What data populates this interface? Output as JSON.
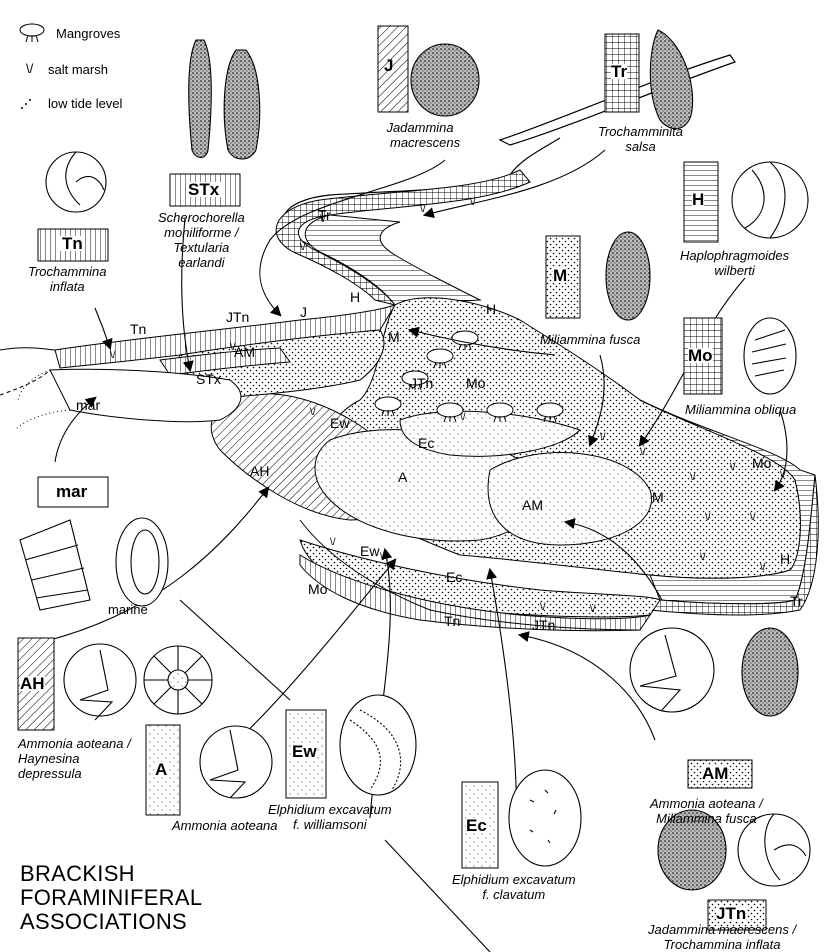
{
  "legend": {
    "mangroves": "Mangroves",
    "salt_marsh": "salt marsh",
    "low_tide": "low tide level"
  },
  "title": [
    "BRACKISH",
    "FORAMINIFERAL",
    "ASSOCIATIONS"
  ],
  "associations": {
    "J": {
      "code": "J",
      "name": [
        "Jadammina",
        "macrescens"
      ]
    },
    "Tr": {
      "code": "Tr",
      "name": [
        "Trochamminita",
        "salsa"
      ]
    },
    "STx": {
      "code": "STx",
      "name": [
        "Scherochorella",
        "moniliforme /",
        "Textularia",
        "earlandi"
      ]
    },
    "Tn": {
      "code": "Tn",
      "name": [
        "Trochammina",
        "inflata"
      ]
    },
    "H": {
      "code": "H",
      "name": [
        "Haplophragmoides",
        "wilberti"
      ]
    },
    "M": {
      "code": "M",
      "name": [
        "Miliammina fusca"
      ]
    },
    "Mo": {
      "code": "Mo",
      "name": [
        "Miliammina obliqua"
      ]
    },
    "mar": {
      "code": "mar",
      "name": [
        "marine"
      ]
    },
    "AH": {
      "code": "AH",
      "name": [
        "Ammonia aoteana /",
        "Haynesina",
        "depressula"
      ]
    },
    "Ew": {
      "code": "Ew",
      "name": [
        "Elphidium excavatum",
        "f. williamsoni"
      ]
    },
    "A": {
      "code": "A",
      "name": [
        "Ammonia aoteana"
      ]
    },
    "Ec": {
      "code": "Ec",
      "name": [
        "Elphidium excavatum",
        "f. clavatum"
      ]
    },
    "AM": {
      "code": "AM",
      "name": [
        "Ammonia aoteana /",
        "Miliammina fusca"
      ]
    },
    "JTn": {
      "code": "JTn",
      "name": [
        "Jadammina macrescens /",
        "Trochammina inflata"
      ]
    }
  },
  "map_labels": {
    "Tr_top": "Tr",
    "H_top": "H",
    "J_top": "J",
    "JTn_top": "JTn",
    "Tn_left": "Tn",
    "AM_top": "AM",
    "STx": "STx",
    "M_top": "M",
    "JTn_mid": "JTn",
    "Mo_mid": "Mo",
    "Ew_top": "Ew",
    "Ec_top": "Ec",
    "mar": "mar",
    "AH": "AH",
    "A": "A",
    "AM_mid": "AM",
    "M_right": "M",
    "Mo_right": "Mo",
    "Ew_low": "Ew",
    "Mo_low": "Mo",
    "Ec_low": "Ec",
    "Tn_low": "Tn",
    "JTn_low": "JTn",
    "H_right": "H",
    "Tr_right": "Tr"
  }
}
